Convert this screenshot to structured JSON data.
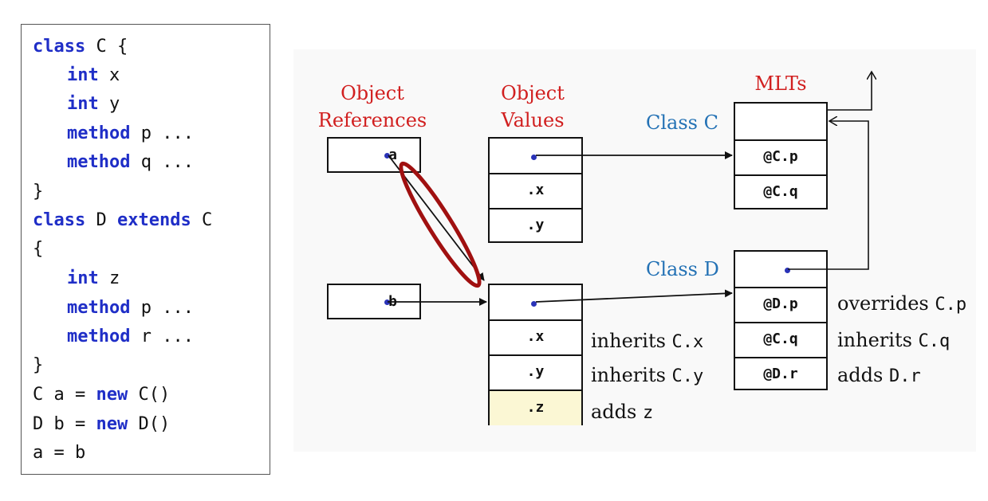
{
  "code": {
    "lines": [
      {
        "kw": "class",
        "rest": " C {"
      },
      {
        "kw": "int",
        "rest": " x"
      },
      {
        "kw": "int",
        "rest": " y"
      },
      {
        "kw": "method",
        "rest": " p ..."
      },
      {
        "kw": "method",
        "rest": " q ..."
      },
      {
        "kw": "",
        "rest": "}"
      },
      {
        "kw": "class",
        "rest": " D "
      },
      {
        "kw": "",
        "rest": "{"
      },
      {
        "kw": "int",
        "rest": " z"
      },
      {
        "kw": "method",
        "rest": " p ..."
      },
      {
        "kw": "method",
        "rest": " r ..."
      },
      {
        "kw": "",
        "rest": "}"
      },
      {
        "kw": "",
        "rest": "C a = "
      },
      {
        "kw": "",
        "rest": "D b = "
      },
      {
        "kw": "",
        "rest": "a = b"
      }
    ],
    "extends_kw": "extends",
    "extends_tail": " C",
    "new_kw": "new",
    "new_c_tail": " C()",
    "new_d_tail": " D()"
  },
  "headers": {
    "object_references": [
      "Object",
      "References"
    ],
    "object_values": [
      "Object",
      "Values"
    ],
    "mlts": "MLTs"
  },
  "class_labels": {
    "class_c": "Class C",
    "class_d": "Class D"
  },
  "references": {
    "a": "a",
    "b": "b"
  },
  "object_c": {
    "fields": [
      ".x",
      ".y"
    ]
  },
  "object_d": {
    "fields": [
      ".x",
      ".y",
      ".z"
    ]
  },
  "mlt_c": {
    "entries": [
      "@C.p",
      "@C.q"
    ]
  },
  "mlt_d": {
    "entries": [
      "@D.p",
      "@C.q",
      "@D.r"
    ]
  },
  "annotations": {
    "inherits_x": {
      "text": "inherits ",
      "code": "C.x"
    },
    "inherits_y": {
      "text": "inherits ",
      "code": "C.y"
    },
    "adds_z": {
      "text": "adds ",
      "code": "z"
    },
    "overrides_p": {
      "text": "overrides ",
      "code": "C.p"
    },
    "inherits_q": {
      "text": "inherits ",
      "code": "C.q"
    },
    "adds_r": {
      "text": "adds ",
      "code": "D.r"
    }
  },
  "colors": {
    "keyword": "#1f2ec7",
    "header": "#d11f1f",
    "class_label": "#2472b5",
    "pointer_dot": "#2a33b8",
    "highlight_ellipse": "#a01010",
    "added_field_bg": "#fbf7d4"
  }
}
